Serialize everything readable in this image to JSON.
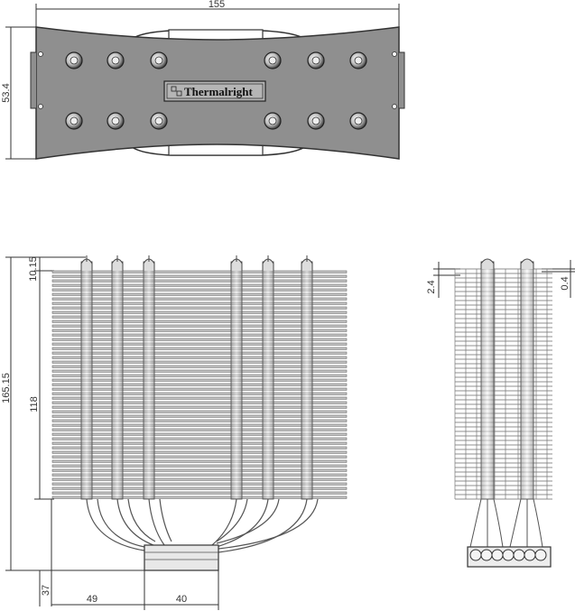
{
  "brand": {
    "name": "Thermalright"
  },
  "top_view": {
    "width_label": "155",
    "height_label": "53.4",
    "screw_count_per_row": 6
  },
  "side_view": {
    "total_height_label": "165.15",
    "top_offset_label": "10.15",
    "fin_stack_height_label": "118",
    "base_height_label": "37",
    "left_offset_label": "49",
    "base_width_label": "40"
  },
  "front_view": {
    "fin_pitch_label": "2.4",
    "fin_thickness_label": "0.4"
  },
  "colors": {
    "line": "#333333",
    "plate_fill": "#8f8f8f",
    "fin_fill": "#bdbdbd",
    "background": "#ffffff"
  }
}
